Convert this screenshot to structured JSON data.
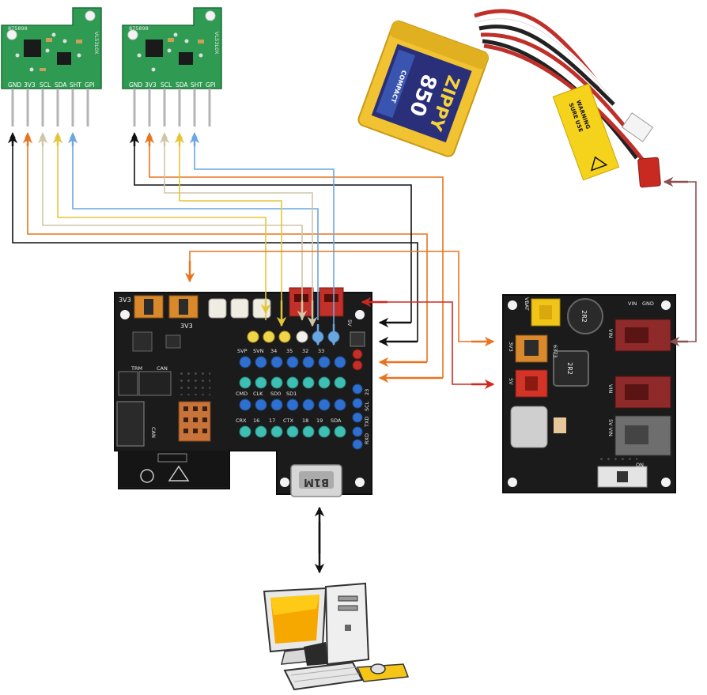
{
  "sensors": [
    {
      "id": "sensor-left",
      "code": "875898",
      "side_text": "VL53L0X",
      "pins": [
        "GND",
        "3V3",
        "SCL",
        "SDA",
        "SHT",
        "GPI"
      ]
    },
    {
      "id": "sensor-right",
      "code": "875898",
      "side_text": "VL53L0X",
      "pins": [
        "GND",
        "3V3",
        "SCL",
        "SDA",
        "SHT",
        "GPI"
      ]
    }
  ],
  "battery": {
    "brand": "ZIPPY",
    "capacity": "850",
    "model": "COMPACT",
    "warning": "WARNING",
    "warning2": "SURE USE"
  },
  "main_board": {
    "top_label": "3V3",
    "bottom_label": "3V3",
    "header_row1": [
      "SVP",
      "SVN",
      "34",
      "35",
      "32",
      "33"
    ],
    "header_row3": [
      "CMD",
      "CLK",
      "SD0",
      "SD1"
    ],
    "header_row5": [
      "CRX",
      "16",
      "17",
      "CTX",
      "18",
      "19",
      "SDA"
    ],
    "side_labels": [
      "RXD",
      "TXD",
      "SCL",
      "23"
    ],
    "jst_label": "5V",
    "connector_labels": [
      "TRM",
      "CAN",
      "CAN"
    ],
    "usb_label": "B1M"
  },
  "power_board": {
    "labels": [
      "VIN",
      "GND",
      "3V3",
      "VBAT",
      "5V",
      "VIN",
      "VIN",
      "5V VIN",
      "ON"
    ],
    "inductor1": "2R2",
    "inductor2": "2R2",
    "chip": "6373"
  },
  "colors": {
    "black": "#111111",
    "orange": "#e8741e",
    "beige": "#cfc6a8",
    "yellow": "#e3c53a",
    "blue": "#6aa7e0",
    "red": "#d0281f",
    "brown": "#8a5050",
    "board": "#1b1b1b",
    "pcb_green": "#2f9a52"
  }
}
